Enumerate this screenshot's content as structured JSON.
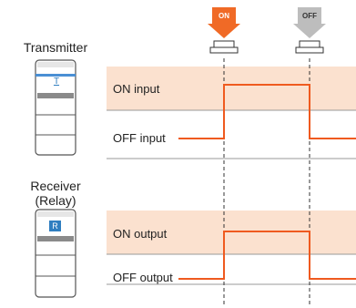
{
  "transmitter": {
    "label": "Transmitter",
    "badge": "T",
    "rows": {
      "on": "ON input",
      "off": "OFF input"
    }
  },
  "receiver": {
    "label_line1": "Receiver",
    "label_line2": "(Relay)",
    "badge": "R",
    "rows": {
      "on": "ON output",
      "off": "OFF output"
    }
  },
  "buttons": {
    "on": {
      "label": "ON",
      "color": "#f06a26"
    },
    "off": {
      "label": "OFF",
      "color": "#bdbdbd"
    }
  },
  "colors": {
    "band": "#fbe1cf",
    "signal": "#ef5a1f",
    "rule": "#9a9a9a",
    "badge": "#2f7ec0"
  }
}
